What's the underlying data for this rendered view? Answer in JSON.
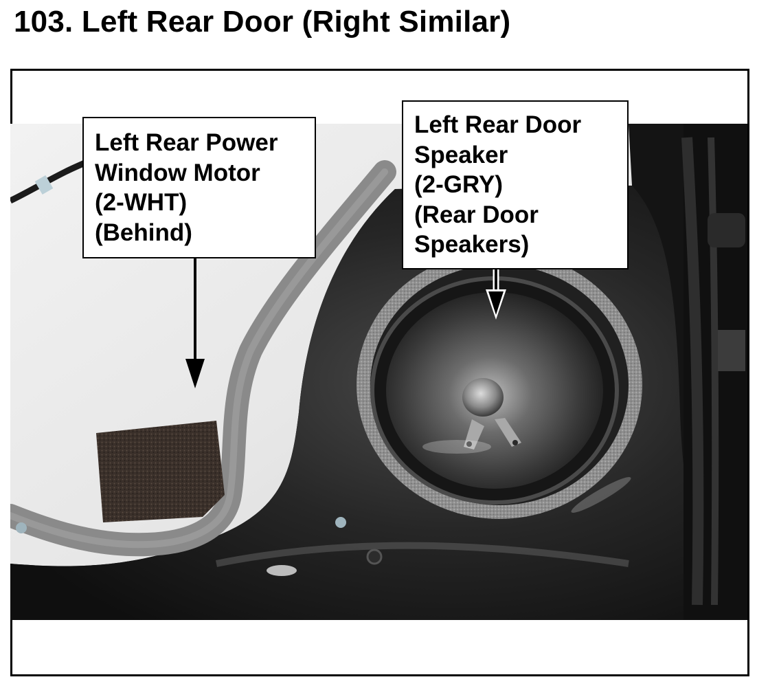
{
  "header": {
    "title": "103.  Left Rear Door (Right Similar)"
  },
  "callouts": {
    "window_motor": {
      "lines": [
        "Left Rear Power",
        "Window Motor",
        "(2-WHT)",
        "(Behind)"
      ]
    },
    "door_speaker": {
      "lines": [
        "Left Rear Door",
        "Speaker",
        "(2-GRY)",
        "(Rear Door",
        "Speakers)"
      ]
    }
  },
  "colors": {
    "text": "#000000",
    "frame": "#000000",
    "callout_background": "#ffffff"
  }
}
